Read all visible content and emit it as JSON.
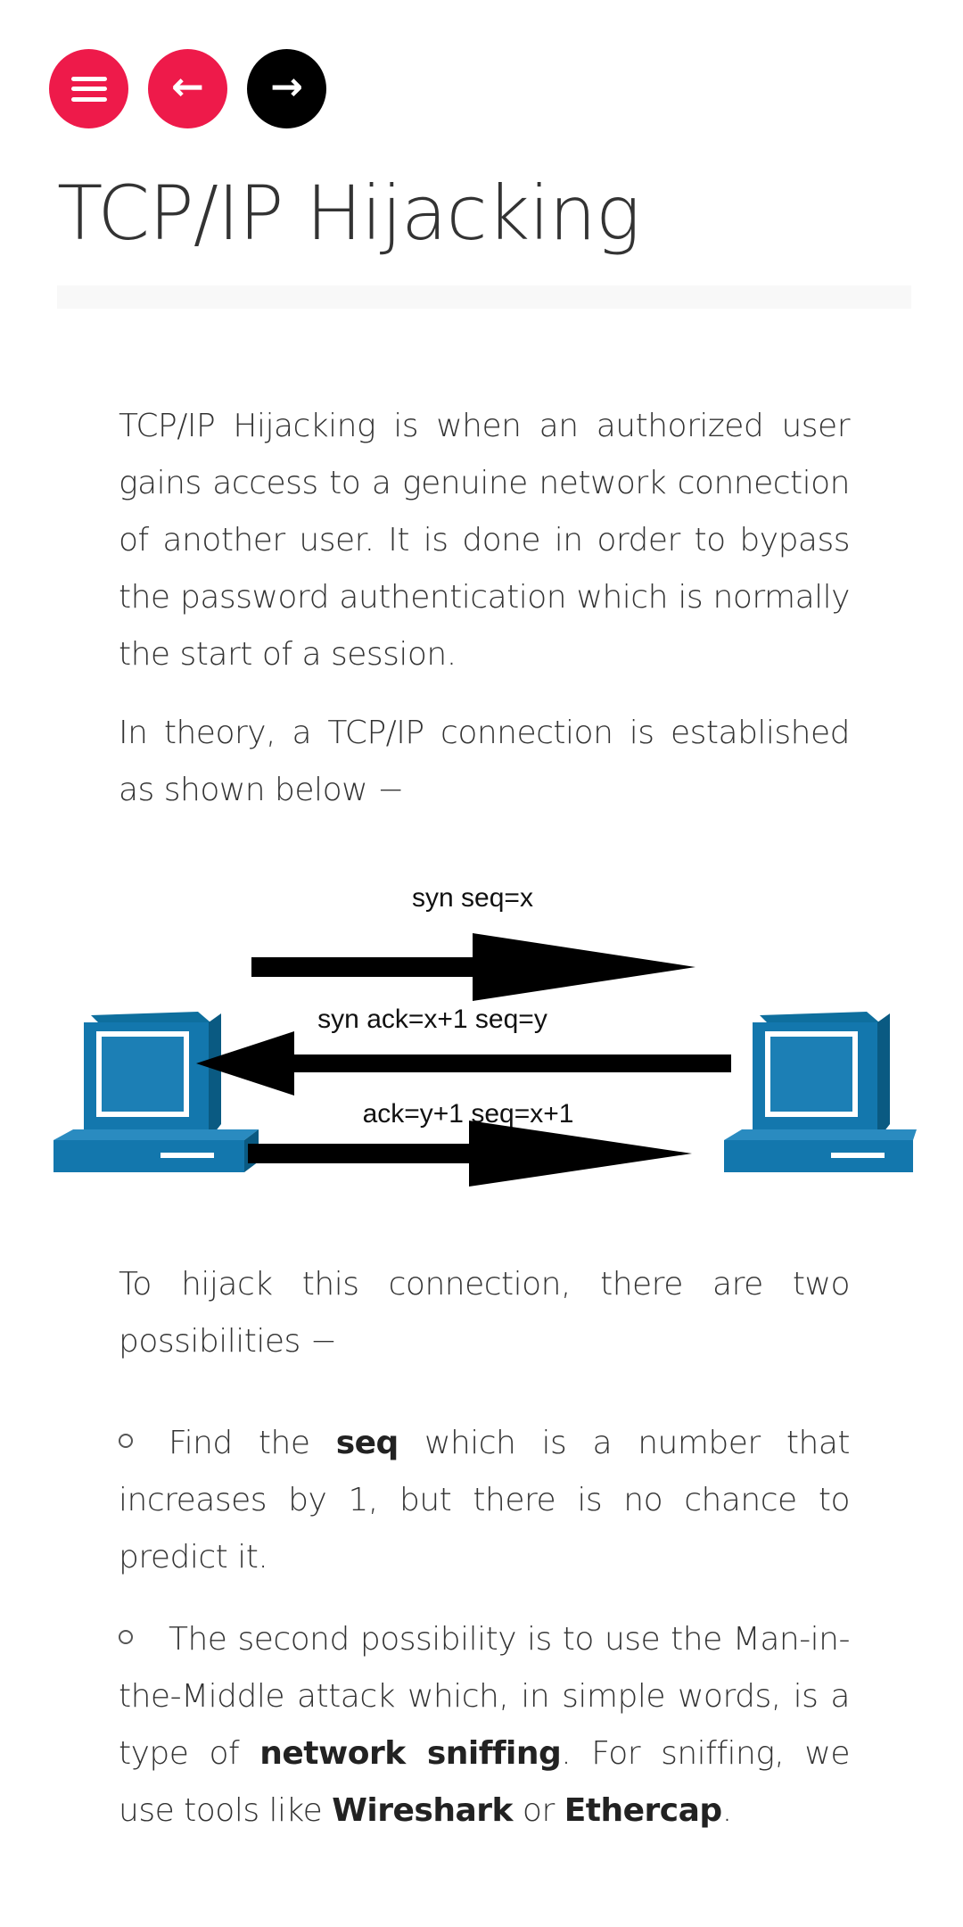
{
  "nav": {
    "menu_icon": "hamburger-icon",
    "prev_arrow": "←",
    "next_arrow": "→",
    "colors": {
      "primary": "#ee1a4a",
      "secondary": "#000000"
    }
  },
  "page": {
    "title": "TCP/IP Hijacking"
  },
  "content": {
    "p1": "TCP/IP Hijacking is when an authorized user gains access to a genuine network connection of another user. It is done in order to bypass the password authentication which is normally the start of a session.",
    "p2": "In theory, a TCP/IP connection is established as shown below −",
    "diagram": {
      "label_1": "syn seq=x",
      "label_2": "syn ack=x+1 seq=y",
      "label_3": "ack=y+1 seq=x+1",
      "computer_icon": "computer-icon"
    },
    "p3": "To hijack this connection, there are two possibilities −",
    "bullet1": {
      "pre": "Find the ",
      "bold": "seq",
      "post": " which is a number that increases by 1, but there is no chance to predict it."
    },
    "bullet2": {
      "pre": "The second possibility is to use the Man-in-the-Middle attack which, in simple words, is a type of ",
      "bold1": "network sniffing",
      "mid": ". For sniffing, we use tools like ",
      "bold2": "Wireshark",
      "or": " or ",
      "bold3": "Ethercap",
      "end": "."
    }
  }
}
